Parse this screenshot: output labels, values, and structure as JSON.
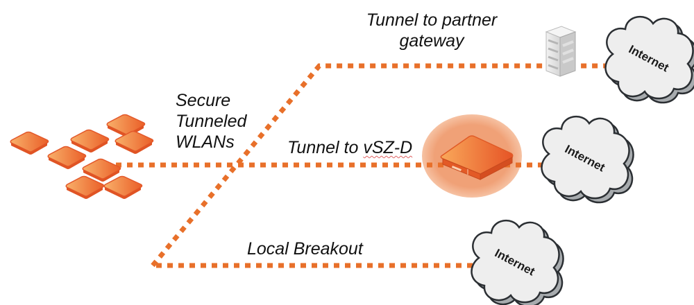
{
  "diagram": {
    "labels": {
      "partner_tunnel_line1": "Tunnel to partner",
      "partner_tunnel_line2": "gateway",
      "secure_line1": "Secure",
      "secure_line2": "Tunneled",
      "secure_line3": "WLANs",
      "vsz_prefix": "Tunnel to ",
      "vsz_name": "vSZ-D",
      "local_breakout": "Local Breakout"
    },
    "clouds": [
      {
        "label": "Internet",
        "destination": "partner-gateway"
      },
      {
        "label": "Internet",
        "destination": "vSZ-D"
      },
      {
        "label": "Internet",
        "destination": "local-breakout"
      }
    ],
    "access_point_count": 8,
    "colors": {
      "path": "#e8702a",
      "ap_light": "#f6a05a",
      "ap_dark": "#e8602a",
      "vsz_halo": "#f2a97c",
      "cloud_fill": "#eeeeee",
      "cloud_stroke": "#2b2f33",
      "server": "#d8d8d8"
    }
  }
}
